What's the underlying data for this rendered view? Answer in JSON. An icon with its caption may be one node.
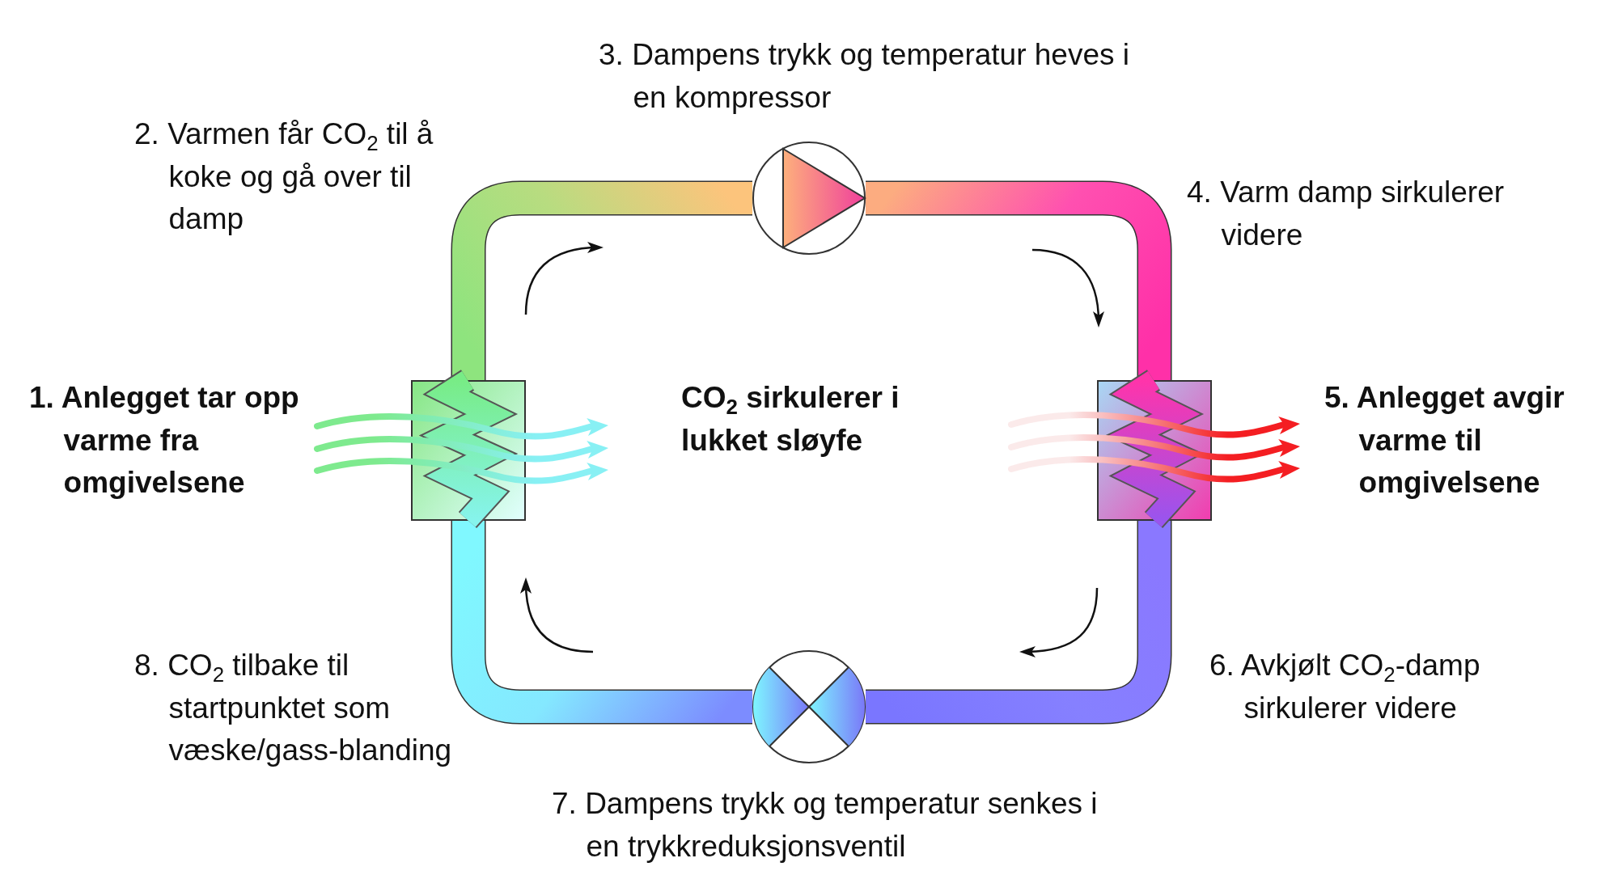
{
  "diagram": {
    "nodes": [
      {
        "text": [],
        "shape": "box",
        "beside": [
          "1. Anlegget tar opp varme fra omgivelsene"
        ]
      },
      {
        "text": [],
        "shape": "circle",
        "beside": [
          "3. Dampens trykk og temperatur heves i en kompressor"
        ]
      },
      {
        "text": [],
        "shape": "box",
        "beside": [
          "5. Anlegget avgir varme til omgivelsene"
        ]
      },
      {
        "text": [],
        "shape": "circle",
        "beside": [
          "7. Dampens trykk og temperatur senkes i en trykkreduksjonsventil"
        ]
      }
    ],
    "edges": [
      {
        "from": 0,
        "to": 1,
        "arrow": "none"
      },
      {
        "from": 1,
        "to": 2,
        "arrow": "none"
      },
      {
        "from": 2,
        "to": 3,
        "arrow": "none"
      },
      {
        "from": 3,
        "to": 0,
        "arrow": "none"
      }
    ],
    "labels": [
      "2. Varmen får CO$_{2}$ til å koke og gå over til damp",
      "4. Varm damp sirkulerer videre",
      "CO$_{2}$ sirkulerer i lukket sløyfe",
      "6. Avkjølt CO$_{2}$-damp sirkulerer videre",
      "8. CO$_{2}$ tilbake til startpunktet som væske/gass-blanding"
    ]
  }
}
